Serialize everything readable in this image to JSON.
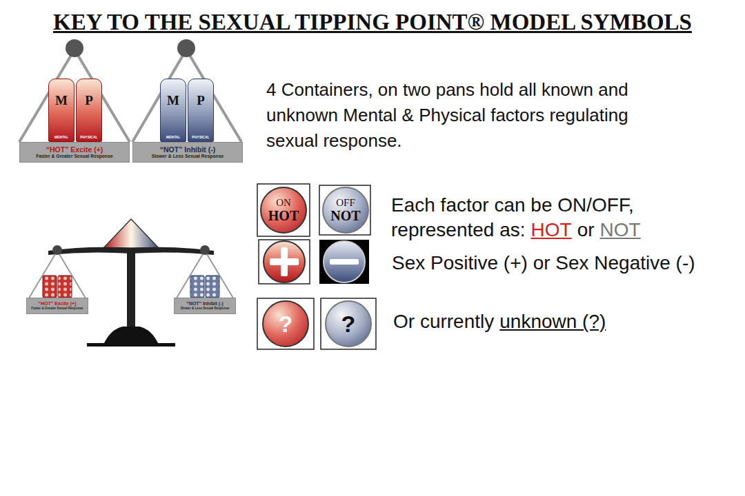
{
  "diagram": {
    "title": "KEY TO THE SEXUAL TIPPING POINT® MODEL SYMBOLS",
    "nodes": [
      {
        "text": [
          "“HOT” Excite (+)",
          "Faster & Greater Sexual Response"
        ]
      },
      {
        "text": [
          "M",
          "MENTAL"
        ],
        "in": 0
      },
      {
        "text": [
          "P",
          "PHYSICAL"
        ],
        "in": 0
      },
      {
        "text": [
          "“NOT” Inhibit (-)",
          "Slower & Less Sexual Response"
        ]
      },
      {
        "text": [
          "M",
          "MENTAL"
        ],
        "in": 3
      },
      {
        "text": [
          "P",
          "PHYSICAL"
        ],
        "in": 3
      },
      {
        "text": [
          "ON",
          "HOT"
        ]
      },
      {
        "text": [
          "OFF",
          "NOT"
        ]
      },
      {
        "text": [
          "“HOT” Excite (+)",
          "Faster & Greater Sexual Response"
        ]
      },
      {
        "text": [
          "“NOT” Inhibit (-)",
          "Slower & Less Sexual Response"
        ]
      },
      {
        "text": [
          "?"
        ]
      },
      {
        "text": [
          "?"
        ]
      }
    ],
    "labels": [
      "4 Containers, on two pans hold all known and unknown Mental & Physical factors regulating sexual response.",
      "Each factor can be ON/OFF,",
      "represented as:",
      "HOT",
      "or",
      "NOT",
      "Sex Positive (+) or Sex Negative (-)",
      "Or currently",
      "unknown (?)"
    ]
  }
}
